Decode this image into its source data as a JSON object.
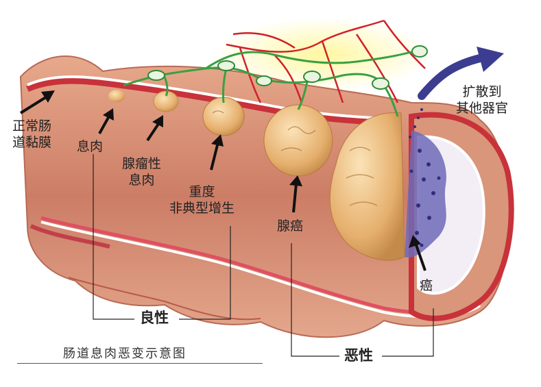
{
  "labels": {
    "normal_mucosa": [
      "正常肠",
      "道黏膜"
    ],
    "polyp": "息肉",
    "adenomatous_polyp": [
      "腺瘤性",
      "息肉"
    ],
    "severe_dysplasia": [
      "重度",
      "非典型增生"
    ],
    "adenocarcinoma": "腺癌",
    "cancer": "癌",
    "spread": [
      "扩散到",
      "其他器官"
    ],
    "benign": "良性",
    "malignant": "恶性",
    "caption": "肠道息肉恶变示意图"
  },
  "colors": {
    "intestine_flesh": "#d9967a",
    "mucosa_red": "#c8323a",
    "vessel_red": "#d0202a",
    "lymph_green": "#3aa040",
    "tumor_tan": "#e8b878",
    "cancer_purple": "#4a4aa0",
    "arrow_blue": "#3c3c90"
  }
}
